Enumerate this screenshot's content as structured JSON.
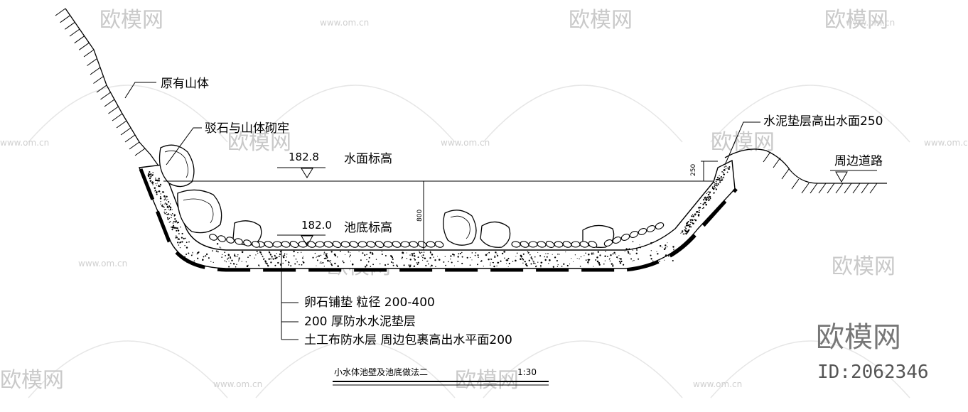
{
  "labels": {
    "original_mountain": "原有山体",
    "boulder_fix": "驳石与山体砌牢",
    "cement_above_water": "水泥垫层高出水面250",
    "road": "周边道路",
    "water_level_value": "182.8",
    "water_level_label": "水面标高",
    "bottom_level_value": "182.0",
    "bottom_level_label": "池底标高",
    "dim_250": "250",
    "dim_800": "800"
  },
  "layers": [
    "卵石铺垫  粒径 200-400",
    "200    厚防水水泥垫层",
    "土工布防水层  周边包裹高出水平面200"
  ],
  "drawing_title": "小水体池壁及池底做法二",
  "scale": "1:30",
  "watermark": {
    "brand": "欧模网",
    "url": "www.om.cn",
    "id": "ID:2062346"
  },
  "colors": {
    "line": "#000000",
    "watermark": "#c9c9c9"
  }
}
